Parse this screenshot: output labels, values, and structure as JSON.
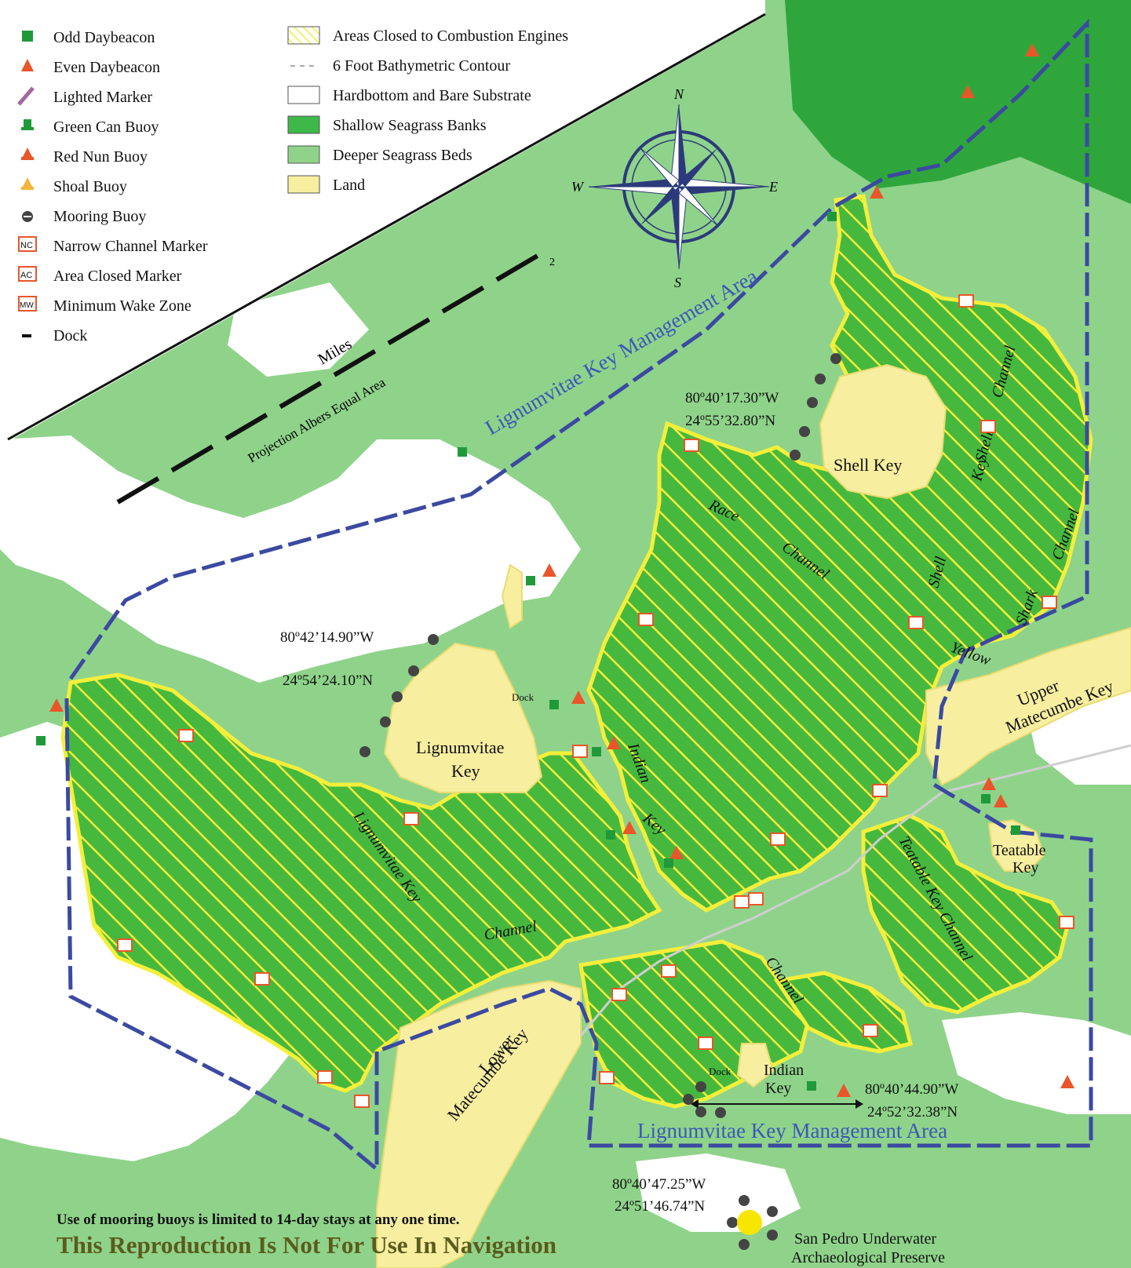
{
  "legend": {
    "left": [
      {
        "icon": "odd-daybeacon-icon",
        "label": "Odd Daybeacon"
      },
      {
        "icon": "even-daybeacon-icon",
        "label": "Even Daybeacon"
      },
      {
        "icon": "lighted-marker-icon",
        "label": "Lighted Marker"
      },
      {
        "icon": "green-can-buoy-icon",
        "label": "Green Can Buoy"
      },
      {
        "icon": "red-nun-buoy-icon",
        "label": "Red Nun Buoy"
      },
      {
        "icon": "shoal-buoy-icon",
        "label": "Shoal Buoy"
      },
      {
        "icon": "mooring-buoy-icon",
        "label": "Mooring Buoy"
      },
      {
        "icon": "narrow-channel-marker-icon",
        "label": "Narrow Channel Marker",
        "code": "NC"
      },
      {
        "icon": "area-closed-marker-icon",
        "label": "Area Closed Marker",
        "code": "AC"
      },
      {
        "icon": "minimum-wake-zone-icon",
        "label": "Minimum Wake Zone",
        "code": "MW"
      },
      {
        "icon": "dock-icon",
        "label": "Dock"
      }
    ],
    "right": [
      {
        "icon": "combustion-closed-area-swatch",
        "label": "Areas Closed to Combustion Engines"
      },
      {
        "icon": "bathymetric-contour-swatch",
        "label": "6 Foot Bathymetric Contour"
      },
      {
        "icon": "hardbottom-swatch",
        "label": "Hardbottom and Bare Substrate"
      },
      {
        "icon": "shallow-seagrass-swatch",
        "label": "Shallow Seagrass Banks"
      },
      {
        "icon": "deeper-seagrass-swatch",
        "label": "Deeper Seagrass Beds"
      },
      {
        "icon": "land-swatch",
        "label": "Land"
      }
    ]
  },
  "compass": {
    "n": "N",
    "s": "S",
    "e": "E",
    "w": "W"
  },
  "scale": {
    "label": "Miles",
    "tick": "2",
    "projection": "Projection Albers Equal Area"
  },
  "boundary_labels": {
    "north": "Lignumvitae Key Management Area",
    "south": "Lignumvitae Key Management Area"
  },
  "places": {
    "shell_key": "Shell Key",
    "lignumvitae_key_line1": "Lignumvitae",
    "lignumvitae_key_line2": "Key",
    "upper_matecumbe_line1": "Upper",
    "upper_matecumbe_line2": "Matecumbe Key",
    "lower_matecumbe_line1": "Lower",
    "lower_matecumbe_line2": "Matecumbe Key",
    "teatable_line1": "Teatable",
    "teatable_line2": "Key",
    "indian_key_line1": "Indian",
    "indian_key_line2": "Key",
    "dock_a": "Dock",
    "dock_b": "Dock"
  },
  "channels": {
    "race_1": "Race",
    "race_2": "Channel",
    "shell_key_1": "Shell",
    "shell_key_2": "Key",
    "shell_key_3": "Channel",
    "shark": "Shark",
    "shark_channel": "Channel",
    "yellow": "Yellow",
    "shell": "Shell",
    "lignumvitae_key": "Lignumvitae Key",
    "lignumvitae_channel": "Channel",
    "indian_key_1": "Indian",
    "indian_key_2": "Key",
    "indian_channel": "Channel",
    "teatable_key": "Teatable Key Channel"
  },
  "coordinates": [
    {
      "lon": "80º40’17.30”W",
      "lat": "24º55’32.80”N"
    },
    {
      "lon": "80º42’14.90”W",
      "lat": "24º54’24.10”N"
    },
    {
      "lon": "80º40’44.90”W",
      "lat": "24º52’32.38”N"
    },
    {
      "lon": "80º40’47.25”W",
      "lat": "24º51’46.74”N"
    }
  ],
  "footer": {
    "note": "Use of mooring buoys is limited to 14-day stays at any one time.",
    "warning": "This Reproduction Is Not For Use In Navigation",
    "preserve_line1": "San Pedro Underwater",
    "preserve_line2": "Archaeological Preserve"
  },
  "colors": {
    "deeper_seagrass": "#8fd38a",
    "shallow_seagrass": "#3fb84a",
    "land": "#f7eea0",
    "hardbottom": "#ffffff",
    "closed_area_outline": "#f4ef3a",
    "boundary": "#3b4aa0",
    "red_marker": "#e8562a",
    "green_marker": "#1f9a3a",
    "label_blue": "#3b58b8"
  }
}
